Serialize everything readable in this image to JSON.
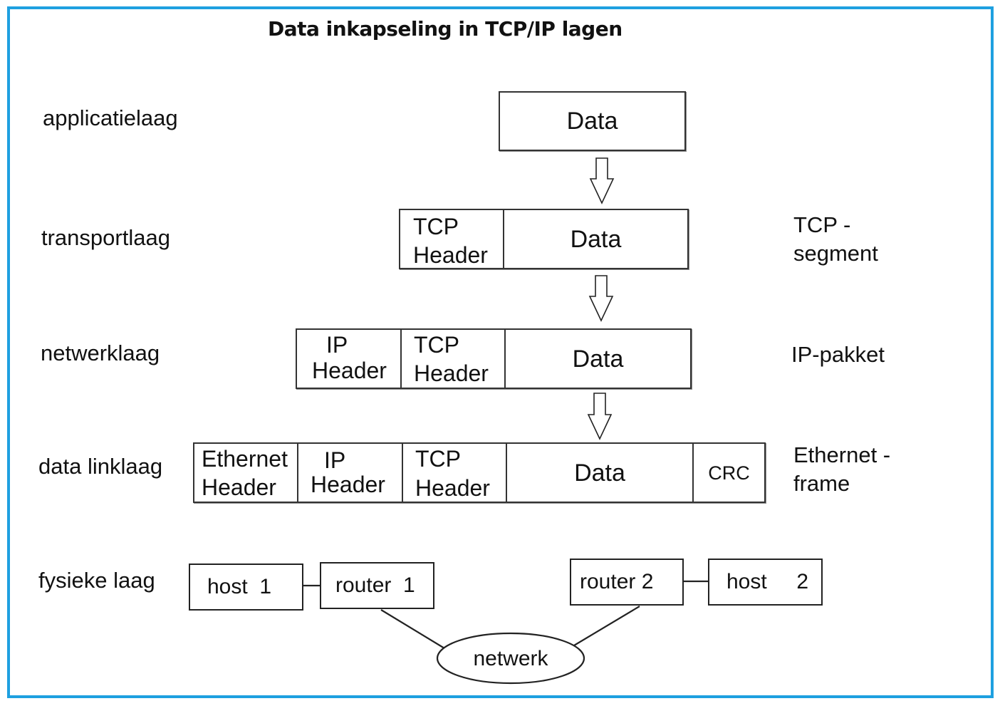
{
  "title": "Data inkapseling  in TCP/IP lagen",
  "layers": {
    "application": "applicatielaag",
    "transport": "transportlaag",
    "network": "netwerklaag",
    "datalink": "data linklaag",
    "physical": "fysieke laag"
  },
  "units": {
    "tcp_line1": "TCP -",
    "tcp_line2": "segment",
    "ip": "IP-pakket",
    "eth_line1": "Ethernet -",
    "eth_line2": "frame"
  },
  "cells": {
    "data": "Data",
    "tcp1": "TCP",
    "tcp2": "Header",
    "ip1": "IP",
    "ip2": "Header",
    "eth1": "Ethernet",
    "eth2": "Header",
    "crc": "CRC"
  },
  "physical": {
    "host1": "host  1",
    "router1": "router  1",
    "router2": "router 2",
    "host2": "host     2",
    "network": "netwerk"
  },
  "colors": {
    "frame": "#1ea0e0"
  }
}
